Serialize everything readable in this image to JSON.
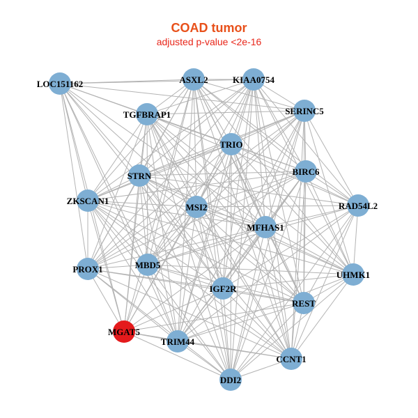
{
  "title": "COAD tumor",
  "subtitle": "adjusted p-value <2e-16",
  "colors": {
    "title": "#e8501a",
    "subtitle": "#e8261a",
    "node_default": "#7eaed3",
    "node_highlight": "#e41a1c",
    "edge": "#b3b3b3"
  },
  "network": {
    "nodes": [
      {
        "id": "LOC151162",
        "highlight": false
      },
      {
        "id": "ASXL2",
        "highlight": false
      },
      {
        "id": "KIAA0754",
        "highlight": false
      },
      {
        "id": "TGFBRAP1",
        "highlight": false
      },
      {
        "id": "SERINC5",
        "highlight": false
      },
      {
        "id": "TRIO",
        "highlight": false
      },
      {
        "id": "STRN",
        "highlight": false
      },
      {
        "id": "BIRC6",
        "highlight": false
      },
      {
        "id": "ZKSCAN1",
        "highlight": false
      },
      {
        "id": "RAD54L2",
        "highlight": false
      },
      {
        "id": "MSI2",
        "highlight": false
      },
      {
        "id": "MFHAS1",
        "highlight": false
      },
      {
        "id": "PROX1",
        "highlight": false
      },
      {
        "id": "MBD5",
        "highlight": false
      },
      {
        "id": "UHMK1",
        "highlight": false
      },
      {
        "id": "IGF2R",
        "highlight": false
      },
      {
        "id": "REST",
        "highlight": false
      },
      {
        "id": "MGAT5",
        "highlight": true
      },
      {
        "id": "TRIM44",
        "highlight": false
      },
      {
        "id": "CCNT1",
        "highlight": false
      },
      {
        "id": "DDI2",
        "highlight": false
      }
    ]
  }
}
